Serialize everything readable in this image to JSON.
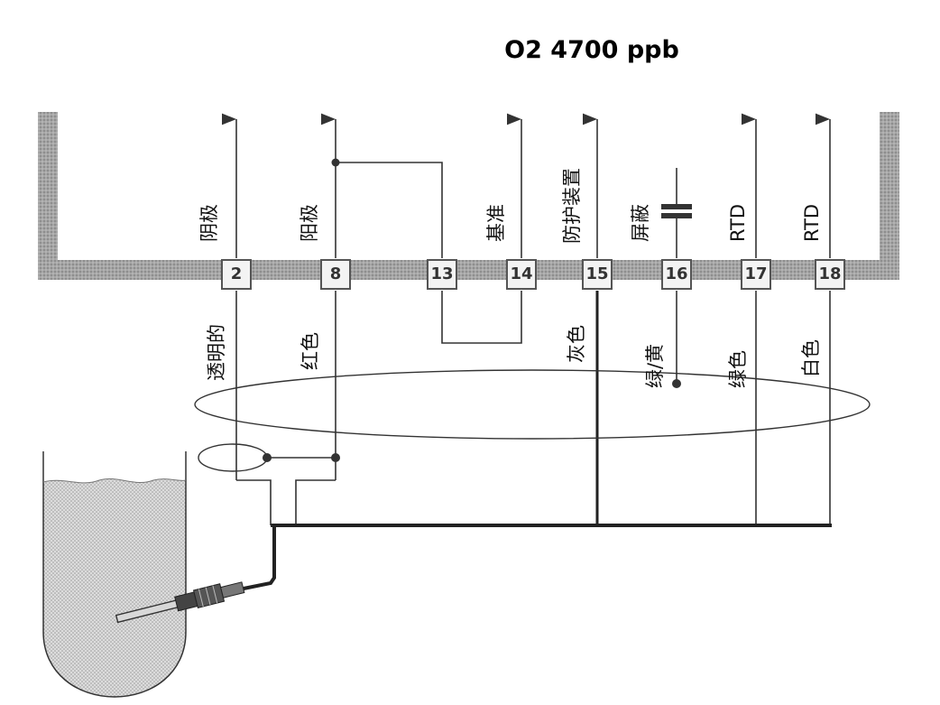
{
  "title": "O2 4700 ppb",
  "terminals": [
    {
      "id": "t2",
      "label": "2"
    },
    {
      "id": "t8",
      "label": "8"
    },
    {
      "id": "t13",
      "label": "13"
    },
    {
      "id": "t14",
      "label": "14"
    },
    {
      "id": "t15",
      "label": "15"
    },
    {
      "id": "t16",
      "label": "16"
    },
    {
      "id": "t17",
      "label": "17"
    },
    {
      "id": "t18",
      "label": "18"
    }
  ],
  "upper_labels": {
    "t2": "阴极",
    "t8": "阳极",
    "t14": "基准",
    "t15": "防护装置",
    "t16": "屏蔽",
    "t17": "RTD",
    "t18": "RTD"
  },
  "lower_labels": {
    "t2": "透明的",
    "t8": "红色",
    "t15": "灰色",
    "t16": "绿/黄",
    "t17": "绿色",
    "t18": "白色"
  },
  "colors": {
    "rail": "#9c9c9c",
    "wire": "#333333",
    "terminal_border": "#555555",
    "terminal_fill": "#f3f3f3",
    "liquid": "#dcdcdc"
  }
}
